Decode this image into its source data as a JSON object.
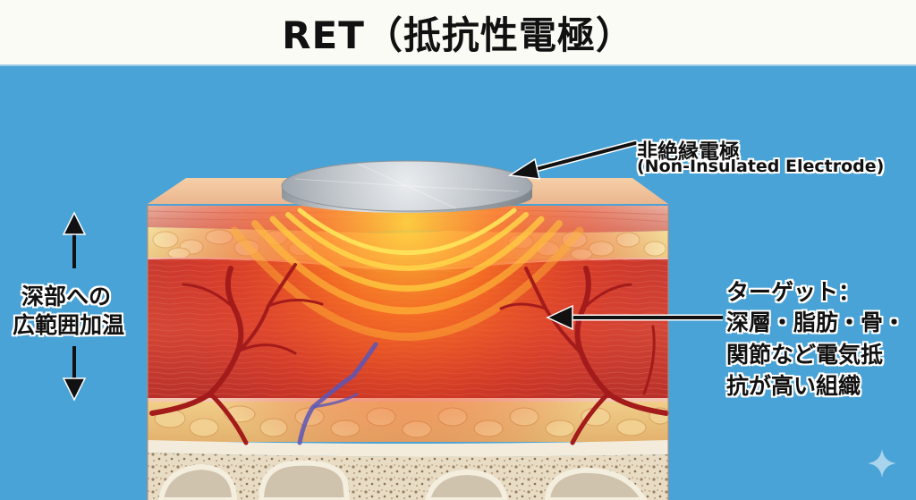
{
  "title": "RET（抵抗性電極）",
  "electrode_label": {
    "jp": "非絶縁電極",
    "en": "(Non-Insulated Electrode)"
  },
  "left_annotation": {
    "line1": "深部への",
    "line2": "広範囲加温",
    "arrows": [
      "arrow-up-icon",
      "arrow-down-icon"
    ]
  },
  "target_annotation": {
    "line1": "ターゲット：",
    "line2": "深層・脂肪・骨・",
    "line3": "関節など電気抵",
    "line4": "抗が高い組織"
  },
  "layers": [
    "skin",
    "subcutaneous-fat",
    "muscle",
    "deep-fat",
    "bone-cortex",
    "cancellous-bone"
  ],
  "colors": {
    "title_background": "#fbfbf5",
    "background_blue": "#4aa3d6",
    "skin_top": "#f2c49c",
    "dermis": "#e7a08e",
    "fat": "#f0d58e",
    "muscle": "#c8362f",
    "heat_yellow": "#ffe24a",
    "heat_orange": "#f7742a",
    "bone": "#efe6d2",
    "electrode": "#c9cdd2"
  },
  "watermark_icon": "sparkle-icon"
}
